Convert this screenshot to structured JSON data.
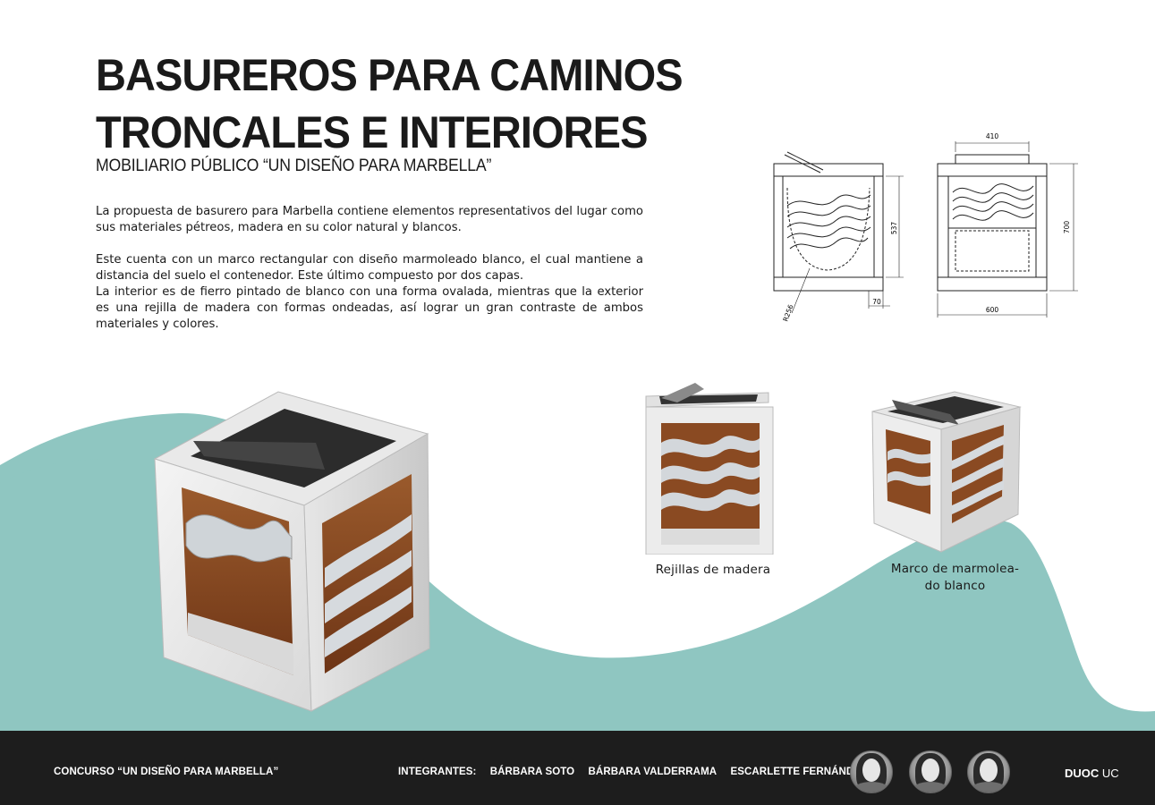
{
  "header": {
    "title_line1": "BASUREROS PARA CAMINOS",
    "title_line2": "TRONCALES E INTERIORES",
    "subtitle": "MOBILIARIO PÚBLICO “UN DISEÑO PARA MARBELLA”"
  },
  "body": {
    "p1": "La propuesta de basurero para Marbella contiene elementos representativos del lugar como sus materiales pétreos, madera en su color natural y blancos.",
    "p2": "Este cuenta con un marco rectangular con diseño marmoleado blanco, el cual mantiene a distancia del suelo el contenedor. Este último compuesto por dos capas.",
    "p3": "La interior es de fierro pintado de blanco con una forma ovalada, mientras que la exterior es una rejilla de madera con formas ondeadas, así lograr un gran contraste de ambos materiales y colores."
  },
  "drawings": {
    "side": {
      "dim_height": "537",
      "dim_base": "70",
      "dim_radius": "R256"
    },
    "front": {
      "dim_top": "410",
      "dim_height": "700",
      "dim_width": "600"
    }
  },
  "captions": {
    "wood_grille": "Rejillas de madera",
    "marble_frame_line1": "Marco de marmolea-",
    "marble_frame_line2": "do blanco"
  },
  "colors": {
    "wave": "#8fc6c1",
    "footer_bg": "#1d1d1d",
    "wood": "#8a4a22",
    "marble": "#eeeeee"
  },
  "footer": {
    "contest": "CONCURSO “UN DISEÑO PARA MARBELLA”",
    "members_label": "INTEGRANTES:",
    "members": [
      "BÁRBARA SOTO",
      "BÁRBARA VALDERRAMA",
      "ESCARLETTE FERNÁNDEZ"
    ],
    "logo_bold": "DUOC",
    "logo_light": "UC"
  }
}
